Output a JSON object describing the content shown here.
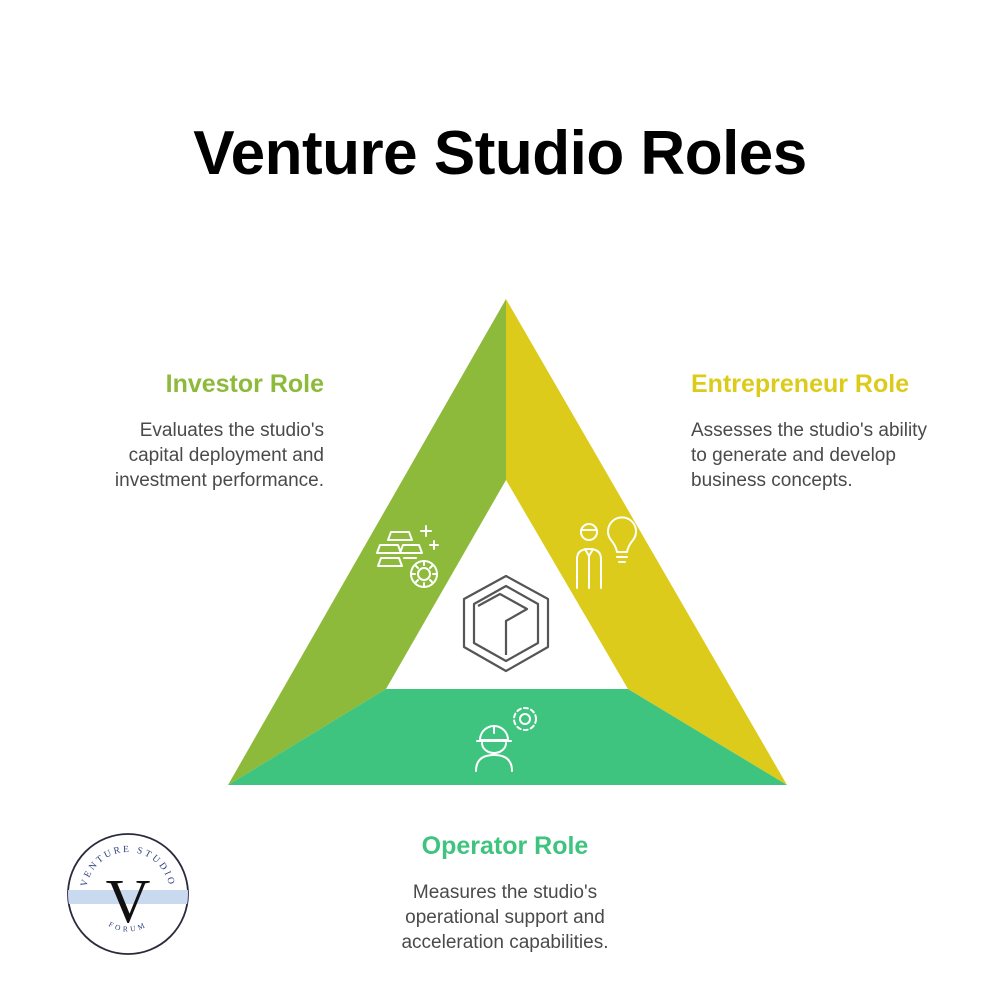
{
  "title": "Venture Studio Roles",
  "colors": {
    "investor": "#8dba3b",
    "entrepreneur": "#dccb1a",
    "operator": "#3ec47f",
    "icon_stroke": "#ffffff",
    "center_icon": "#555555"
  },
  "roles": {
    "investor": {
      "title": "Investor Role",
      "description": "Evaluates the studio's capital deployment and investment performance.",
      "icon": "gold-bars-coin-icon"
    },
    "entrepreneur": {
      "title": "Entrepreneur Role",
      "description": "Assesses the studio's ability to generate and develop business concepts.",
      "icon": "person-lightbulb-icon"
    },
    "operator": {
      "title": "Operator Role",
      "description": "Measures the studio's operational support and acceleration capabilities.",
      "icon": "worker-gear-icon"
    }
  },
  "center_icon": "hexagon-cube-icon",
  "logo": {
    "letter": "V",
    "arc_top": "VENTURE STUDIO",
    "arc_bottom": "FORUM"
  }
}
